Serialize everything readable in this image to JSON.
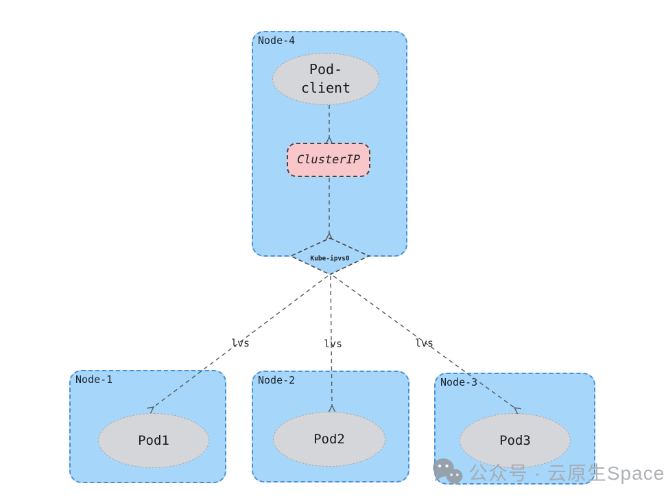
{
  "diagram": {
    "node4": {
      "label": "Node-4"
    },
    "node1": {
      "label": "Node-1"
    },
    "node2": {
      "label": "Node-2"
    },
    "node3": {
      "label": "Node-3"
    },
    "pod_client": {
      "label": "Pod-client"
    },
    "clusterip": {
      "label": "ClusterIP"
    },
    "ipvs": {
      "label": "Kube-ipvs0"
    },
    "pod1": {
      "label": "Pod1"
    },
    "pod2": {
      "label": "Pod2"
    },
    "pod3": {
      "label": "Pod3"
    },
    "edge_labels": {
      "left": "lvs",
      "middle": "lvs",
      "right": "lvs"
    }
  },
  "watermark": {
    "text": "公众号 · 云原生Space",
    "icon": "wechat-icon"
  },
  "colors": {
    "node_fill": "#a6d7fb",
    "node_border": "#4e8fd0",
    "pod_fill": "#d4d6d9",
    "pod_border": "#a6aaad",
    "service_fill": "#f9c7ca",
    "service_border": "#464646",
    "connector_color": "#54595b",
    "watermark_color": "#a4a8ac"
  }
}
